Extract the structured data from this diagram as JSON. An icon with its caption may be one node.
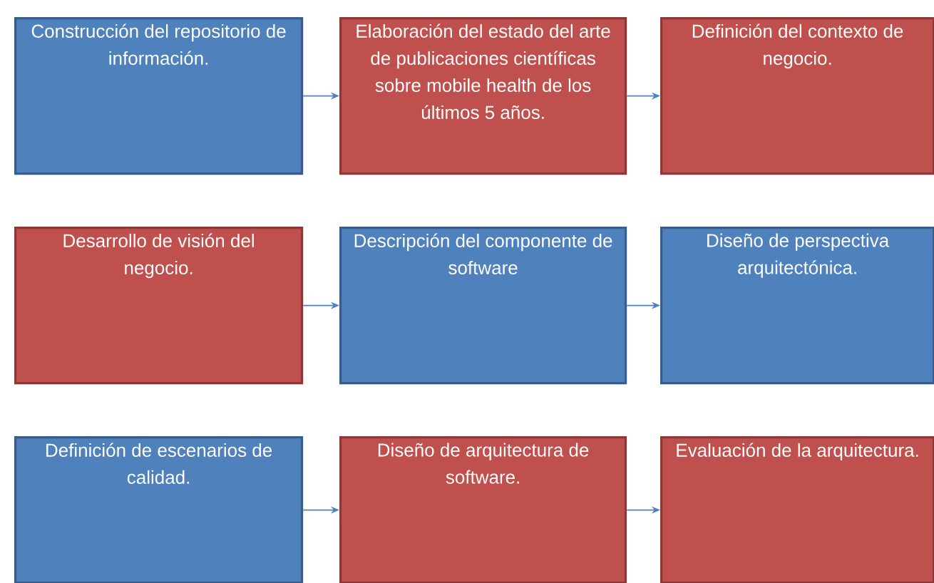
{
  "diagram": {
    "nodes": [
      {
        "text": [
          "Construcción del repositorio de información."
        ]
      },
      {
        "text": [
          "Elaboración del estado del arte de publicaciones científicas sobre mobile health de los últimos 5 años."
        ]
      },
      {
        "text": [
          "Definición del contexto de negocio."
        ]
      },
      {
        "text": [
          "Desarrollo de visión del negocio."
        ]
      },
      {
        "text": [
          "Descripción del componente de software"
        ]
      },
      {
        "text": [
          "Diseño de perspectiva arquitectónica."
        ]
      },
      {
        "text": [
          "Definición de escenarios de calidad."
        ]
      },
      {
        "text": [
          "Diseño de arquitectura de software."
        ]
      },
      {
        "text": [
          "Evaluación de la arquitectura."
        ]
      }
    ],
    "edges": [
      {
        "from": 0,
        "to": 1,
        "arrow": "to"
      },
      {
        "from": 1,
        "to": 2,
        "arrow": "to"
      },
      {
        "from": 3,
        "to": 4,
        "arrow": "to"
      },
      {
        "from": 4,
        "to": 5,
        "arrow": "to"
      },
      {
        "from": 6,
        "to": 7,
        "arrow": "to"
      },
      {
        "from": 7,
        "to": 8,
        "arrow": "to"
      }
    ]
  }
}
